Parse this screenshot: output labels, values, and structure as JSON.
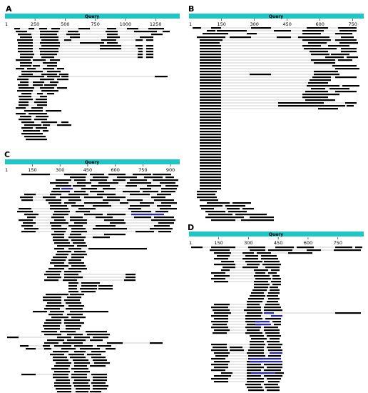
{
  "query_color": "#1fc6c6",
  "hit_color": "#000000",
  "highlight_color": "#1f1fd6",
  "connector_color": "#9a9a9a",
  "panels": [
    {
      "letter": "A",
      "query_label": "Query",
      "ticks": [
        "1",
        "250",
        "500",
        "750",
        "1000",
        "1250"
      ],
      "tick_values": [
        1,
        250,
        500,
        750,
        1000,
        1250
      ]
    },
    {
      "letter": "B",
      "query_label": "Query",
      "ticks": [
        "1",
        "150",
        "300",
        "450",
        "600",
        "750"
      ],
      "tick_values": [
        1,
        150,
        300,
        450,
        600,
        750
      ]
    },
    {
      "letter": "C",
      "query_label": "Query",
      "ticks": [
        "1",
        "150",
        "300",
        "450",
        "600",
        "750",
        "900"
      ],
      "tick_values": [
        1,
        150,
        300,
        450,
        600,
        750,
        900
      ]
    },
    {
      "letter": "D",
      "query_label": "Query",
      "ticks": [
        "1",
        "150",
        "300",
        "450",
        "600",
        "750"
      ],
      "tick_values": [
        1,
        150,
        300,
        450,
        600,
        750
      ]
    }
  ]
}
